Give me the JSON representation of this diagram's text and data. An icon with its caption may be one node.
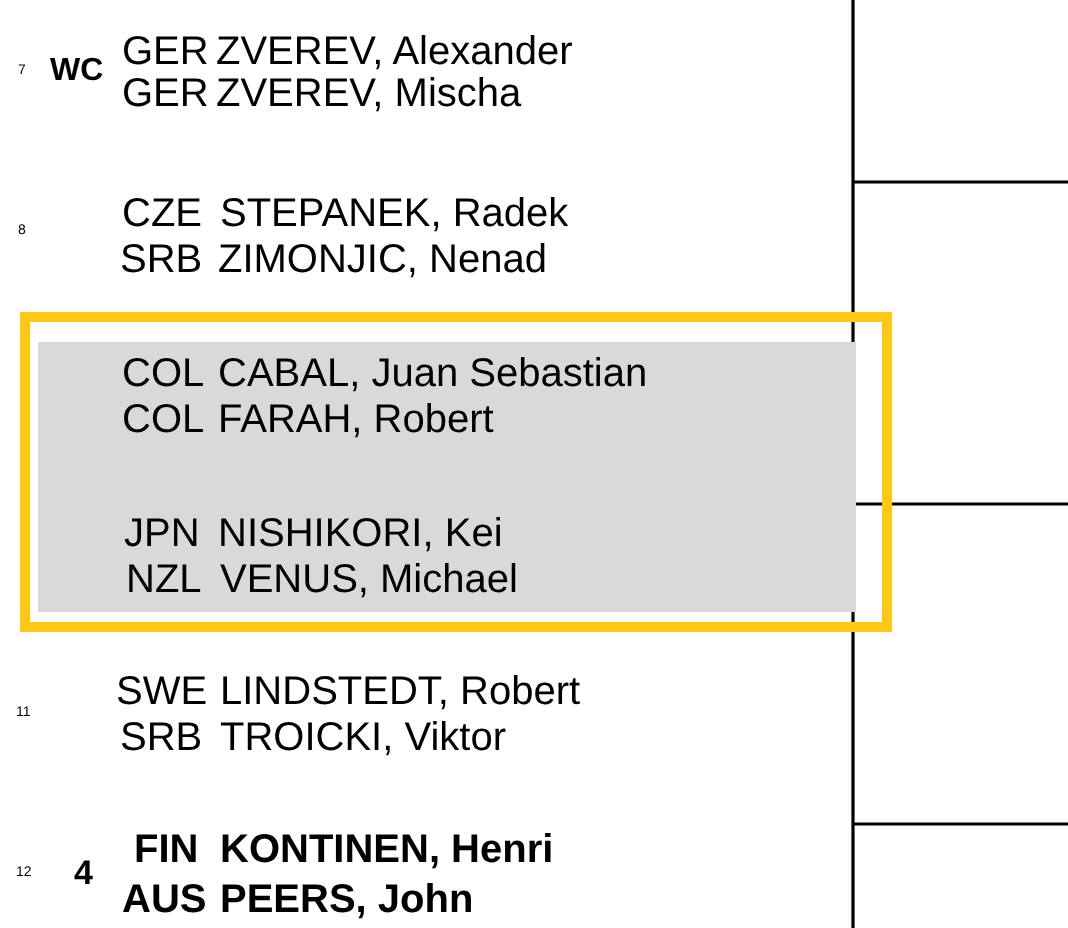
{
  "diagram": {
    "nodes": [
      {
        "text": [],
        "shape": "box"
      },
      {
        "text": [
          "COL",
          "CABAL, Juan Sebastian",
          "COL",
          "FARAH, Robert",
          "JPN",
          "NISHIKORI, Kei",
          "NZL",
          "VENUS, Michael"
        ],
        "in": 0
      }
    ],
    "labels": [
      "7",
      "WC",
      "GER",
      "ZVEREV, Alexander",
      "GER",
      "ZVEREV, Mischa",
      "8",
      "CZE",
      "STEPANEK, Radek",
      "SRB",
      "ZIMONJIC, Nenad",
      "11",
      "SWE",
      "LINDSTEDT, Robert",
      "SRB",
      "TROICKI, Viktor",
      "12",
      "4",
      "FIN",
      "KONTINEN, Henri",
      "AUS",
      "PEERS, John"
    ]
  }
}
